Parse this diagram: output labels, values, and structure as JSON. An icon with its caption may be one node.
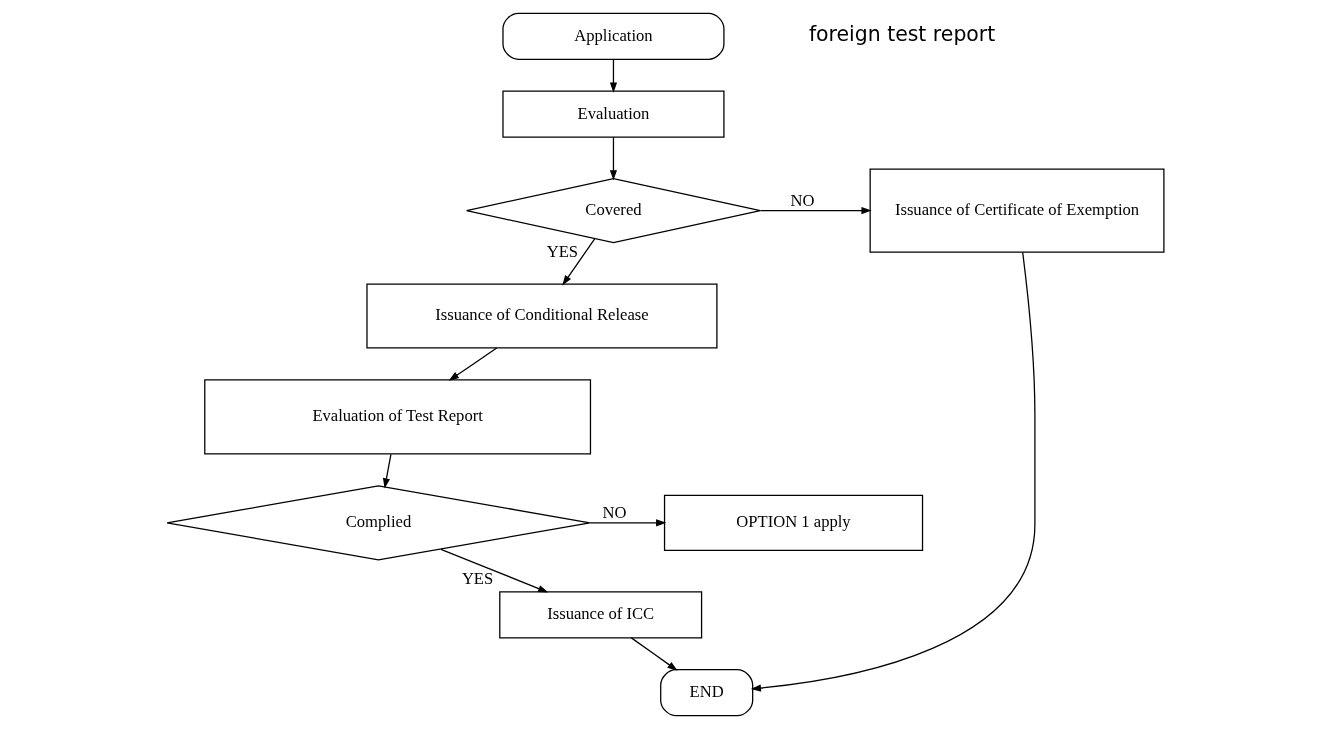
{
  "diagram": {
    "nodes": [
      {
        "text": [
          "Application"
        ]
      },
      {
        "text": [
          "Evaluation"
        ]
      },
      {
        "text": [
          "Covered"
        ]
      },
      {
        "text": [
          "Issuance of Certificate of Exemption"
        ]
      },
      {
        "text": [
          "Issuance of Conditional Release"
        ]
      },
      {
        "text": [
          "Evaluation of Test Report"
        ]
      },
      {
        "text": [
          "Complied"
        ]
      },
      {
        "text": [
          "OPTION 1 apply"
        ]
      },
      {
        "text": [
          "Issuance of ICC"
        ]
      },
      {
        "text": [
          "END"
        ]
      }
    ],
    "edges": [
      {
        "from": 0,
        "to": 1,
        "arrow": "to"
      },
      {
        "from": 1,
        "to": 2,
        "arrow": "to"
      },
      {
        "from": 2,
        "to": 3,
        "arrow": "to",
        "label": "NO"
      },
      {
        "from": 2,
        "to": 4,
        "arrow": "to",
        "label": "YES"
      },
      {
        "from": 4,
        "to": 5,
        "arrow": "to"
      },
      {
        "from": 5,
        "to": 6,
        "arrow": "to"
      },
      {
        "from": 6,
        "to": 7,
        "arrow": "to",
        "label": "NO"
      },
      {
        "from": 6,
        "to": 8,
        "arrow": "to",
        "label": "YES"
      },
      {
        "from": 8,
        "to": 9,
        "arrow": "to"
      },
      {
        "from": 3,
        "to": 9,
        "arrow": "to"
      }
    ],
    "labels": [
      "foreign test report"
    ]
  }
}
